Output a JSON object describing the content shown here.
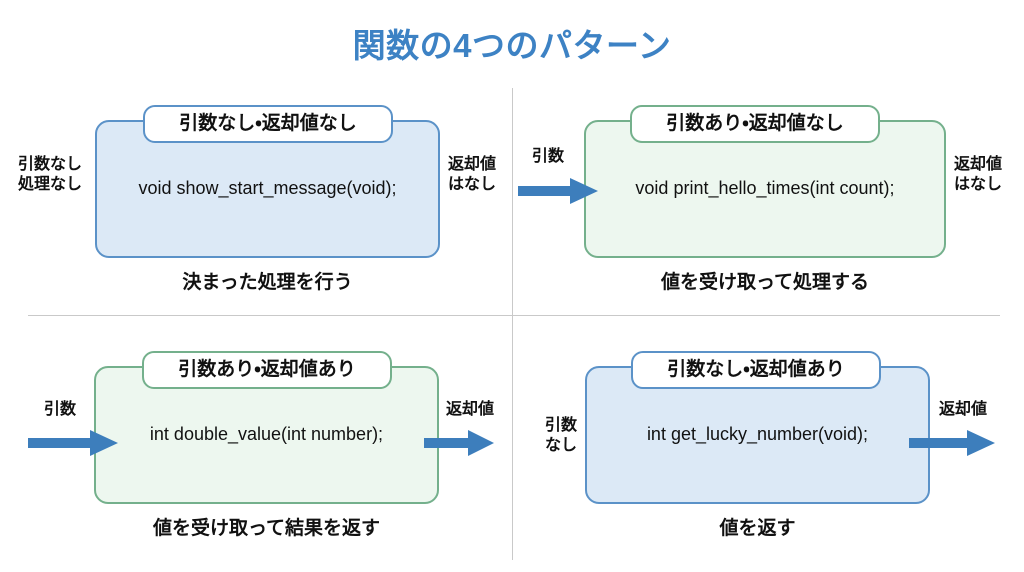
{
  "page": {
    "title": "関数の4つのパターン",
    "title_color": "#3d82c4",
    "background": "#ffffff"
  },
  "palette": {
    "blue_border": "#5b92c8",
    "blue_fill": "#dce9f6",
    "green_border": "#74b08c",
    "green_fill": "#edf7ef",
    "arrow_blue": "#3d7ebc",
    "divider_gray": "#c9c9c9",
    "text_black": "#111111"
  },
  "quadrants": [
    {
      "id": "no-arg-no-return",
      "color": "blue",
      "badge": "引数なし・返却値なし",
      "signature": "void show_start_message(void);",
      "caption": "決まった処理を行う",
      "left_note": "引数なし\n処理なし",
      "left_note_lines": [
        "引数なし",
        "処理なし"
      ],
      "right_note_lines": [
        "返却値",
        "はなし"
      ],
      "has_in_arrow": false,
      "has_out_arrow": false
    },
    {
      "id": "arg-no-return",
      "color": "green",
      "badge": "引数あり・返却値なし",
      "signature": "void print_hello_times(int count);",
      "caption": "値を受け取って処理する",
      "left_note_lines": [
        "引数"
      ],
      "right_note_lines": [
        "返却値",
        "はなし"
      ],
      "has_in_arrow": true,
      "has_out_arrow": false
    },
    {
      "id": "arg-and-return",
      "color": "green",
      "badge": "引数あり・返却値あり",
      "signature": "int double_value(int number);",
      "caption": "値を受け取って結果を返す",
      "left_note_lines": [
        "引数"
      ],
      "right_note_lines": [
        "返却値"
      ],
      "has_in_arrow": true,
      "has_out_arrow": true
    },
    {
      "id": "no-arg-with-return",
      "color": "blue",
      "badge": "引数なし・返却値あり",
      "signature": "int get_lucky_number(void);",
      "caption": "値を返す",
      "left_note_lines": [
        "引数",
        "なし"
      ],
      "right_note_lines": [
        "返却値"
      ],
      "has_in_arrow": false,
      "has_out_arrow": true
    }
  ]
}
